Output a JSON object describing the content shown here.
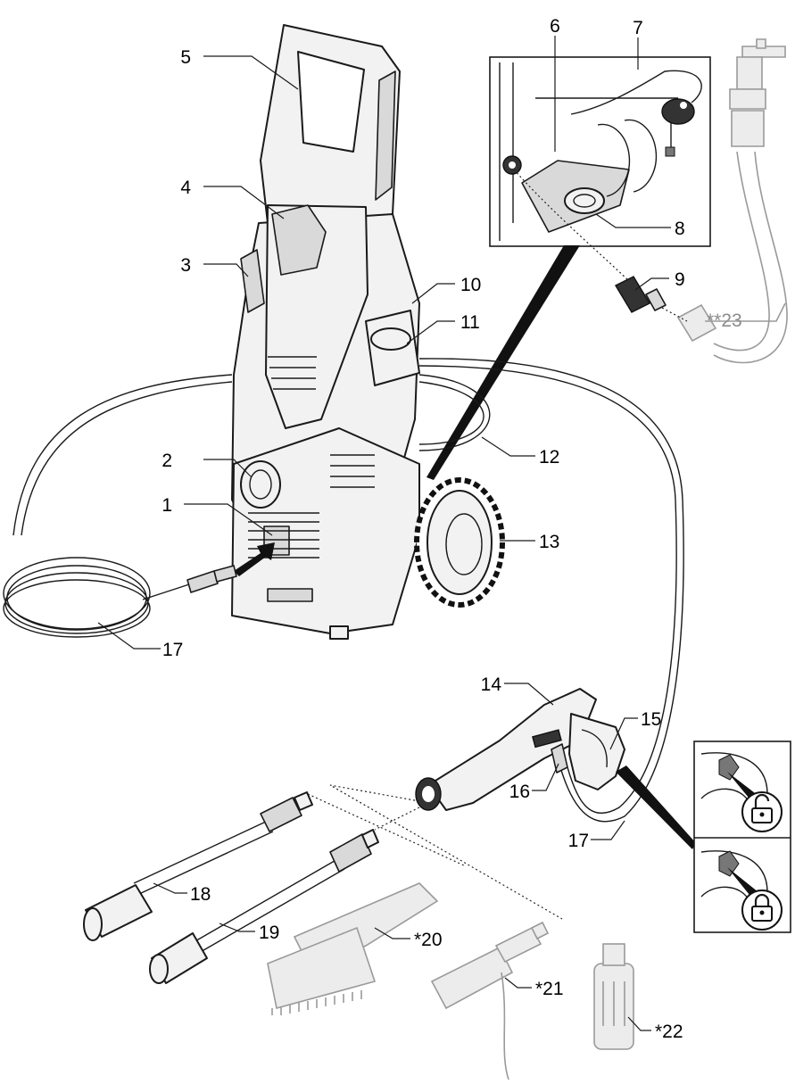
{
  "colors": {
    "line": "#1a1a1a",
    "ghost": "#9a9a9a",
    "background": "#ffffff"
  },
  "labels": {
    "l1": "1",
    "l2": "2",
    "l3": "3",
    "l4": "4",
    "l5": "5",
    "l6": "6",
    "l7": "7",
    "l8": "8",
    "l9": "9",
    "l10": "10",
    "l11": "11",
    "l12": "12",
    "l13": "13",
    "l14": "14",
    "l15": "15",
    "l16": "16",
    "l17a": "17",
    "l17b": "17",
    "l18": "18",
    "l19": "19",
    "l20": "*20",
    "l21": "*21",
    "l22": "*22",
    "l23": "**23"
  },
  "icons": {
    "unlock": "unlocked-padlock-icon",
    "lock": "locked-padlock-icon",
    "arrow": "insert-arrow-icon"
  }
}
